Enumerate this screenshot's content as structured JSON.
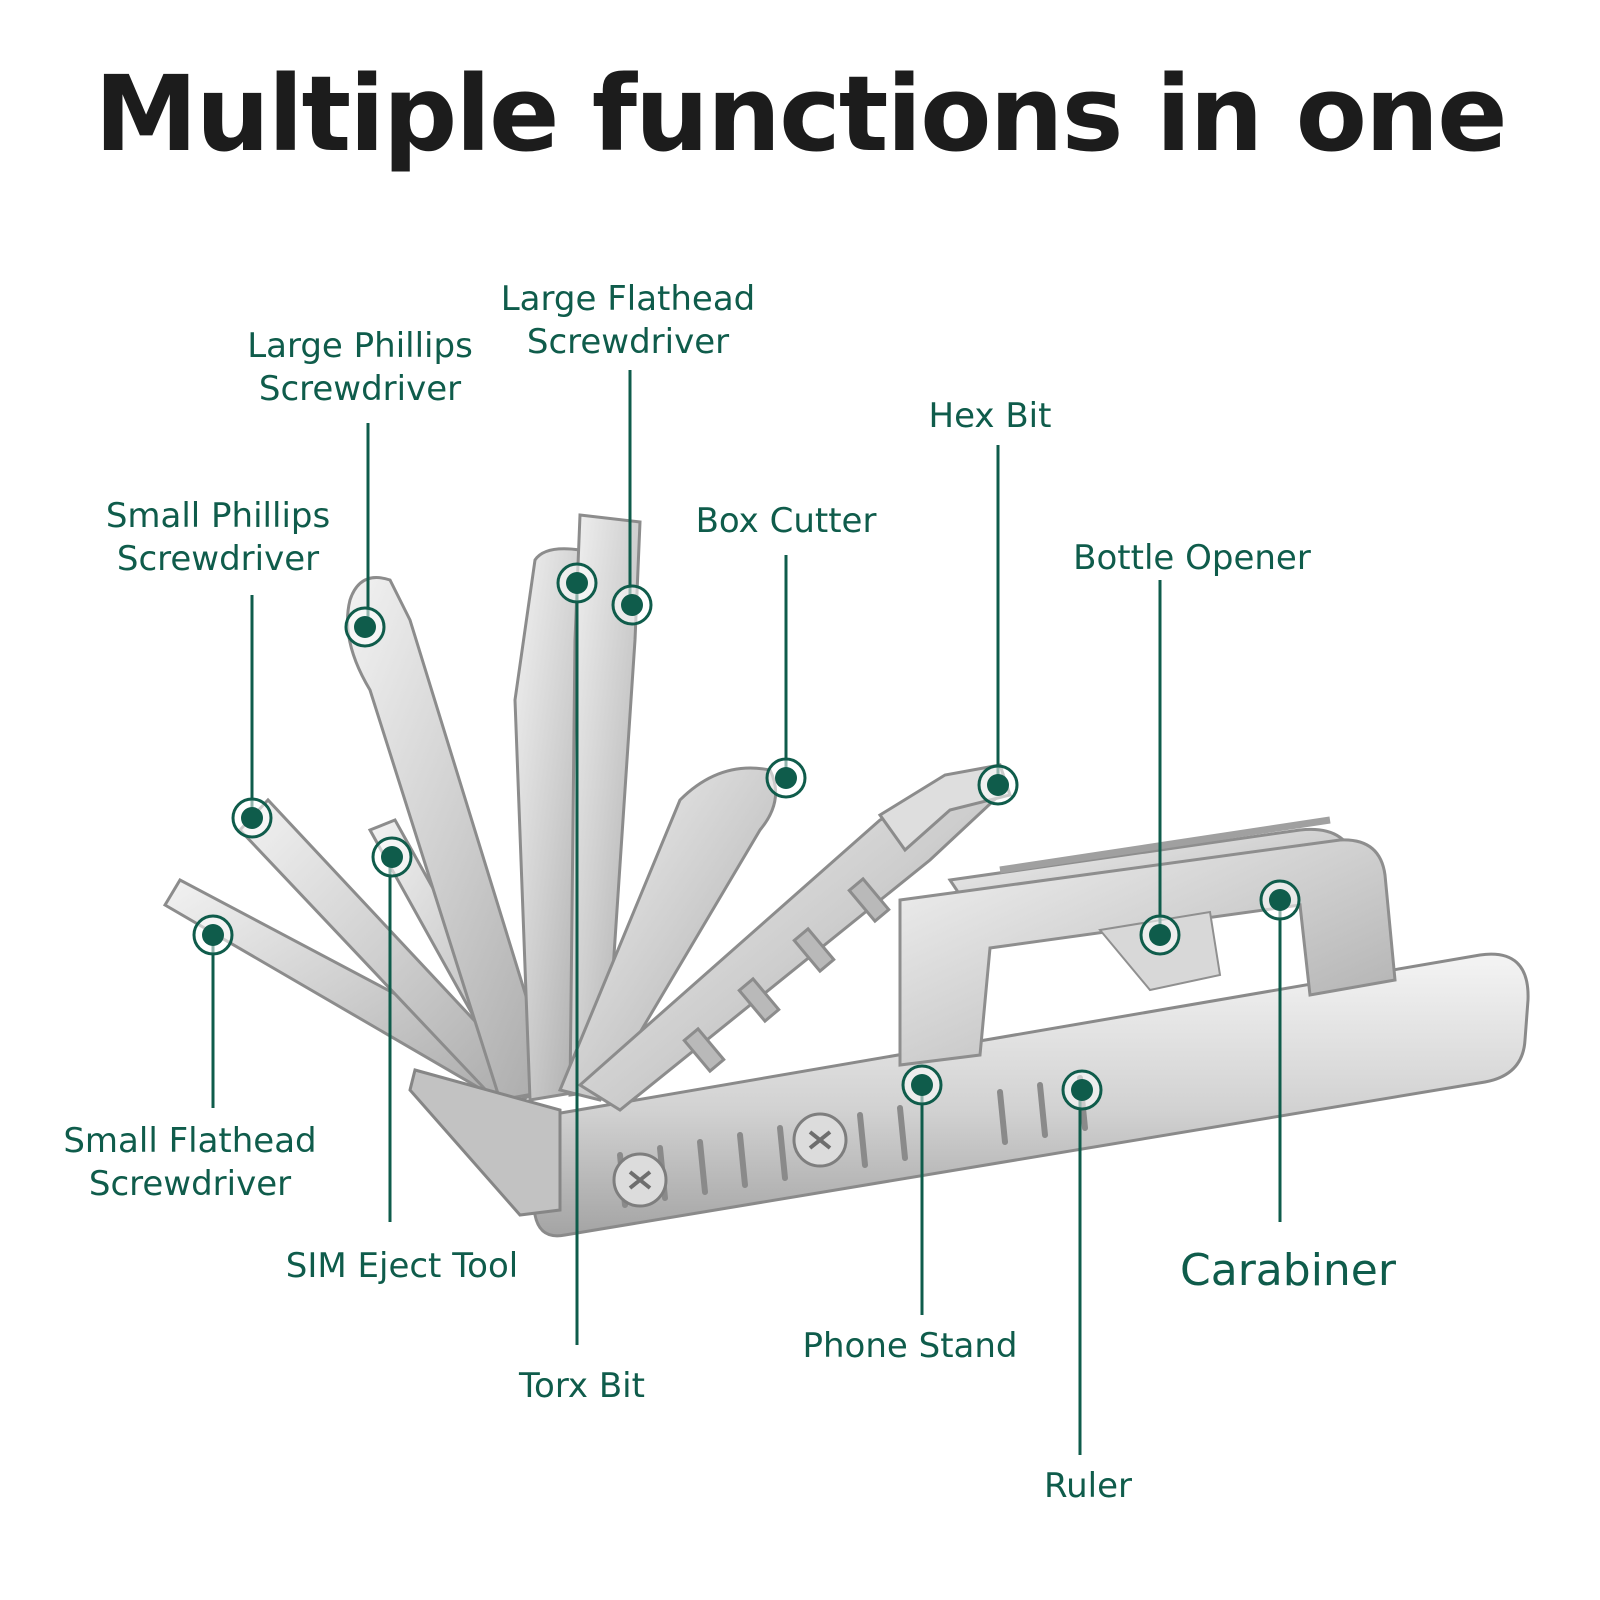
{
  "title": "Multiple functions in one",
  "colors": {
    "label": "#0f5c4b",
    "title": "#1c1c1c",
    "metal_light": "#e9e9e9",
    "metal_mid": "#c8c8c8",
    "metal_dark": "#9a9a9a"
  },
  "tools": [
    {
      "id": "large-flathead",
      "lines": [
        "Large Flathead",
        "Screwdriver"
      ]
    },
    {
      "id": "large-phillips",
      "lines": [
        "Large Phillips",
        "Screwdriver"
      ]
    },
    {
      "id": "hex-bit",
      "lines": [
        "Hex Bit"
      ]
    },
    {
      "id": "small-phillips",
      "lines": [
        "Small Phillips",
        "Screwdriver"
      ]
    },
    {
      "id": "box-cutter",
      "lines": [
        "Box Cutter"
      ]
    },
    {
      "id": "bottle-opener",
      "lines": [
        "Bottle Opener"
      ]
    },
    {
      "id": "small-flathead",
      "lines": [
        "Small Flathead",
        "Screwdriver"
      ]
    },
    {
      "id": "sim-eject",
      "lines": [
        "SIM Eject Tool"
      ]
    },
    {
      "id": "carabiner",
      "lines": [
        "Carabiner"
      ]
    },
    {
      "id": "torx-bit",
      "lines": [
        "Torx Bit"
      ]
    },
    {
      "id": "phone-stand",
      "lines": [
        "Phone Stand"
      ]
    },
    {
      "id": "ruler",
      "lines": [
        "Ruler"
      ]
    }
  ]
}
